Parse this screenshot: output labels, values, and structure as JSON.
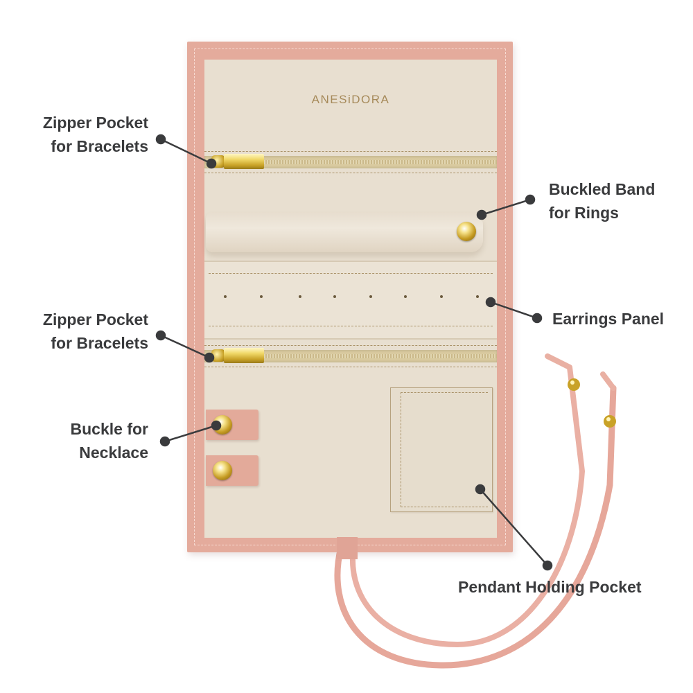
{
  "product": {
    "brand_text": "ANESiDORA",
    "colors": {
      "leather": "#e4ab9c",
      "suede": "#e8dfd0",
      "gold": "#c9a227",
      "label_text": "#3a3b3d",
      "leader_line": "#3a3b3d"
    },
    "earring_holes": 8
  },
  "callouts": [
    {
      "id": "top-zipper",
      "line1": "Zipper Pocket",
      "line2": "for Bracelets"
    },
    {
      "id": "ring-band",
      "line1": "Buckled Band",
      "line2": "for Rings"
    },
    {
      "id": "earrings",
      "line1": "Earrings Panel"
    },
    {
      "id": "bottom-zipper",
      "line1": "Zipper Pocket",
      "line2": "for Bracelets"
    },
    {
      "id": "necklace-buckle",
      "line1": "Buckle for",
      "line2": "Necklace"
    },
    {
      "id": "pendant-pocket",
      "line1": "Pendant Holding Pocket"
    }
  ]
}
